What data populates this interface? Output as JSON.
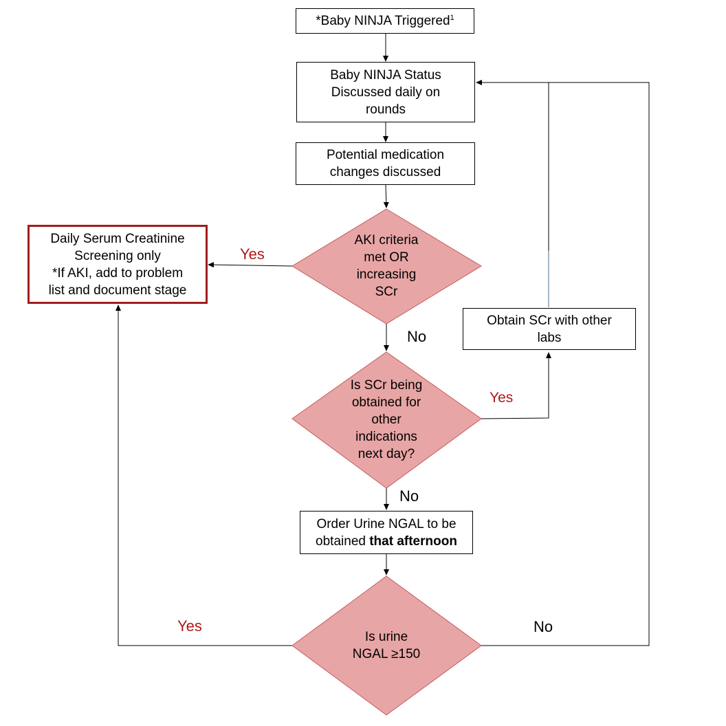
{
  "nodes": {
    "triggered": {
      "text": "*Baby NINJA Triggered",
      "sup": "1"
    },
    "status": {
      "lines": [
        "Baby NINJA Status",
        "Discussed daily on",
        "rounds"
      ]
    },
    "medication": {
      "lines": [
        "Potential medication",
        "changes discussed"
      ]
    },
    "aki_decision": {
      "lines": [
        "AKI criteria",
        "met OR",
        "increasing",
        "SCr"
      ]
    },
    "screening": {
      "lines": [
        "Daily Serum Creatinine",
        "Screening only",
        "*If AKI, add to problem",
        "list and document stage"
      ]
    },
    "scr_decision": {
      "lines": [
        "Is SCr being",
        "obtained for",
        "other",
        "indications",
        "next day?"
      ]
    },
    "obtain_scr": {
      "lines": [
        "Obtain SCr with other",
        "labs"
      ]
    },
    "order_ngal": {
      "line1": "Order Urine NGAL to be",
      "line2_prefix": "obtained ",
      "line2_bold": "that afternoon"
    },
    "ngal_decision": {
      "lines": [
        "Is urine",
        "NGAL ≥150"
      ]
    }
  },
  "labels": {
    "aki_yes": "Yes",
    "aki_no": "No",
    "scr_yes": "Yes",
    "scr_no": "No",
    "ngal_yes": "Yes",
    "ngal_no": "No"
  },
  "colors": {
    "decision_fill": "#e8a5a5",
    "decision_stroke": "#c55a5a",
    "highlight_border": "#a11d1d",
    "yes_label": "#b01818",
    "line": "#000000",
    "feedback_line": "#4a6c8c"
  }
}
